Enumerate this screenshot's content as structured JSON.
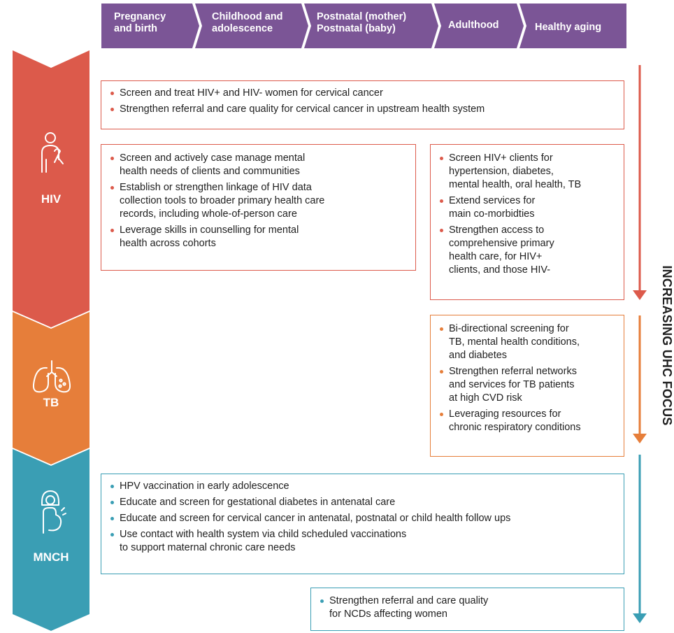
{
  "colors": {
    "stage": "#7b5596",
    "hiv": "#dc5a4b",
    "tb": "#e67e3a",
    "mnch": "#3a9eb4"
  },
  "stages": [
    {
      "label": "Pregnancy\nand birth"
    },
    {
      "label": "Childhood and\nadolescence"
    },
    {
      "label": "Postnatal (mother)\nPostnatal (baby)"
    },
    {
      "label": "Adulthood"
    },
    {
      "label": "Healthy aging"
    }
  ],
  "categories": {
    "hiv": {
      "label": "HIV",
      "icon": "hiv-ribbon-person-icon"
    },
    "tb": {
      "label": "TB",
      "icon": "lungs-icon"
    },
    "mnch": {
      "label": "MNCH",
      "icon": "pregnant-woman-icon"
    }
  },
  "boxes": {
    "hiv_wide": [
      "Screen and treat HIV+ and HIV- women for cervical cancer",
      "Strengthen referral and care quality for cervical cancer in upstream health system"
    ],
    "hiv_left": [
      "Screen and actively case manage mental\nhealth needs of clients and communities",
      "Establish or strengthen linkage of HIV data\ncollection tools to broader primary health care\nrecords, including whole-of-person care",
      "Leverage skills in counselling for mental\nhealth across cohorts"
    ],
    "hiv_right": [
      "Screen HIV+ clients for\nhypertension, diabetes,\nmental health, oral health, TB",
      "Extend services for\nmain co-morbidties",
      "Strengthen access to\ncomprehensive primary\nhealth care, for HIV+\nclients, and those HIV-"
    ],
    "tb": [
      "Bi-directional screening  for\nTB, mental health conditions,\nand diabetes",
      "Strengthen referral networks\nand services for TB patients\nat high CVD risk",
      "Leveraging resources for\nchronic respiratory conditions"
    ],
    "mnch_wide": [
      "HPV vaccination in early adolescence",
      "Educate and screen for gestational diabetes in antenatal care",
      "Educate and screen for cervical cancer in antenatal, postnatal or child health follow ups",
      "Use contact with health system via child scheduled vaccinations\nto support maternal chronic care needs"
    ],
    "mnch_small": [
      "Strengthen referral and care quality\nfor NCDs affecting women"
    ]
  },
  "focus_label": "INCREASING UHC FOCUS"
}
